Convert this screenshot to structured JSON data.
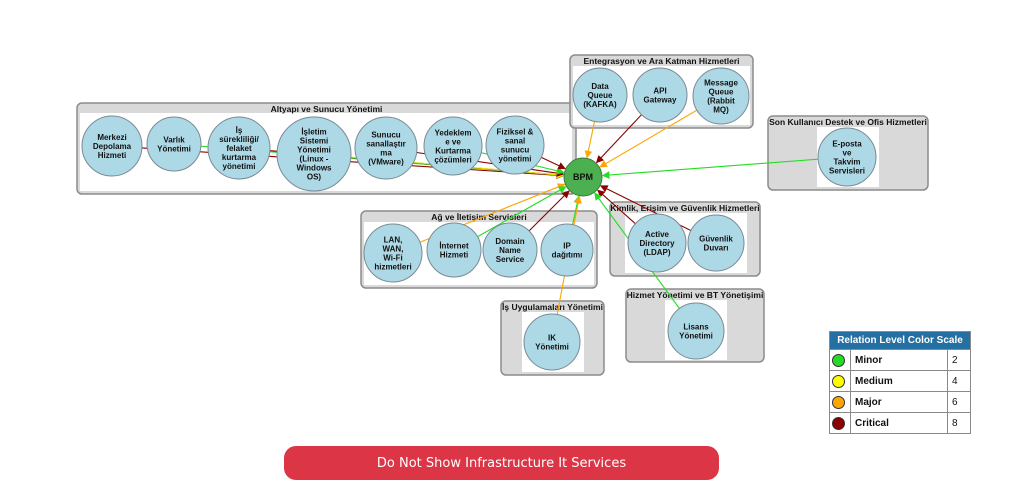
{
  "center_node": {
    "id": "bpm",
    "label": "BPM",
    "color": "#4caf50"
  },
  "colors": {
    "node_fill": "#add8e6",
    "group_fill": "#d9d9d9",
    "legend_header": "#2470a3",
    "button": "#dc3545"
  },
  "groups": [
    {
      "id": "altyapi",
      "title": "Altyapı ve Sunucu Yönetimi",
      "nodes": [
        {
          "id": "merkezi",
          "lines": [
            "Merkezi",
            "Depolama",
            "Hizmeti"
          ]
        },
        {
          "id": "varlik",
          "lines": [
            "Varlık",
            "Yönetimi"
          ]
        },
        {
          "id": "is-surekliligi",
          "lines": [
            "İş",
            "sürekliliği/",
            "felaket",
            "kurtarma",
            "yönetimi"
          ]
        },
        {
          "id": "isletim",
          "lines": [
            "İşletim",
            "Sistemi",
            "Yönetimi",
            "(Linux -",
            "Windows",
            "OS)"
          ]
        },
        {
          "id": "sunucu-sanal",
          "lines": [
            "Sunucu",
            "sanallaştır",
            "ma",
            "(VMware)"
          ]
        },
        {
          "id": "yedekleme",
          "lines": [
            "Yedeklem",
            "e ve",
            "Kurtarma",
            "çözümleri"
          ]
        },
        {
          "id": "fiziksel",
          "lines": [
            "Fiziksel &",
            "sanal",
            "sunucu",
            "yönetimi"
          ]
        }
      ]
    },
    {
      "id": "entegrasyon",
      "title": "Entegrasyon ve Ara Katman Hizmetleri",
      "nodes": [
        {
          "id": "kafka",
          "lines": [
            "Data",
            "Queue",
            "(KAFKA)"
          ]
        },
        {
          "id": "api",
          "lines": [
            "API",
            "Gateway"
          ]
        },
        {
          "id": "mq",
          "lines": [
            "Message",
            "Queue",
            "(Rabbit",
            "MQ)"
          ]
        }
      ]
    },
    {
      "id": "son-kullanici",
      "title": "Son Kullanıcı Destek ve Ofis Hizmetleri",
      "nodes": [
        {
          "id": "eposta",
          "lines": [
            "E-posta",
            "ve",
            "Takvim",
            "Servisleri"
          ]
        }
      ]
    },
    {
      "id": "ag",
      "title": "Ağ ve İletişim Servisleri",
      "nodes": [
        {
          "id": "lan",
          "lines": [
            "LAN,",
            "WAN,",
            "Wi-Fi",
            "hizmetleri"
          ]
        },
        {
          "id": "internet",
          "lines": [
            "İnternet",
            "Hizmeti"
          ]
        },
        {
          "id": "dns",
          "lines": [
            "Domain",
            "Name",
            "Service"
          ]
        },
        {
          "id": "ip",
          "lines": [
            "IP",
            "dağıtımı"
          ]
        }
      ]
    },
    {
      "id": "kimlik",
      "title": "Kimlik, Erişim ve Güvenlik Hizmetleri",
      "nodes": [
        {
          "id": "ad",
          "lines": [
            "Active",
            "Directory",
            "(LDAP)"
          ]
        },
        {
          "id": "guvenlik",
          "lines": [
            "Güvenlik",
            "Duvarı"
          ]
        }
      ]
    },
    {
      "id": "is-uyg",
      "title": "İş Uygulamaları Yönetimi",
      "nodes": [
        {
          "id": "ik",
          "lines": [
            "IK",
            "Yönetimi"
          ]
        }
      ]
    },
    {
      "id": "hizmet",
      "title": "Hizmet Yönetimi ve BT Yönetişimi",
      "nodes": [
        {
          "id": "lisans",
          "lines": [
            "Lisans",
            "Yönetimi"
          ]
        }
      ]
    }
  ],
  "edges": [
    {
      "from": "merkezi",
      "level": "Critical"
    },
    {
      "from": "varlik",
      "level": "Minor"
    },
    {
      "from": "is-surekliligi",
      "level": "Critical"
    },
    {
      "from": "isletim",
      "level": "Medium"
    },
    {
      "from": "sunucu-sanal",
      "level": "Critical"
    },
    {
      "from": "yedekleme",
      "level": "Minor"
    },
    {
      "from": "fiziksel",
      "level": "Critical"
    },
    {
      "from": "kafka",
      "level": "Major"
    },
    {
      "from": "api",
      "level": "Critical"
    },
    {
      "from": "mq",
      "level": "Major"
    },
    {
      "from": "eposta",
      "level": "Minor"
    },
    {
      "from": "lan",
      "level": "Major"
    },
    {
      "from": "internet",
      "level": "Minor"
    },
    {
      "from": "dns",
      "level": "Critical"
    },
    {
      "from": "ip",
      "level": "Minor"
    },
    {
      "from": "ad",
      "level": "Critical"
    },
    {
      "from": "guvenlik",
      "level": "Critical"
    },
    {
      "from": "ik",
      "level": "Major"
    },
    {
      "from": "lisans",
      "level": "Minor"
    }
  ],
  "legend": {
    "title": "Relation Level Color Scale",
    "levels": [
      {
        "name": "Minor",
        "value": "2",
        "color": "#22dd22"
      },
      {
        "name": "Medium",
        "value": "4",
        "color": "#ffff00"
      },
      {
        "name": "Major",
        "value": "6",
        "color": "#ffa500"
      },
      {
        "name": "Critical",
        "value": "8",
        "color": "#8b0000"
      }
    ]
  },
  "toggle_button": {
    "label": "Do Not Show Infrastructure It Services"
  }
}
